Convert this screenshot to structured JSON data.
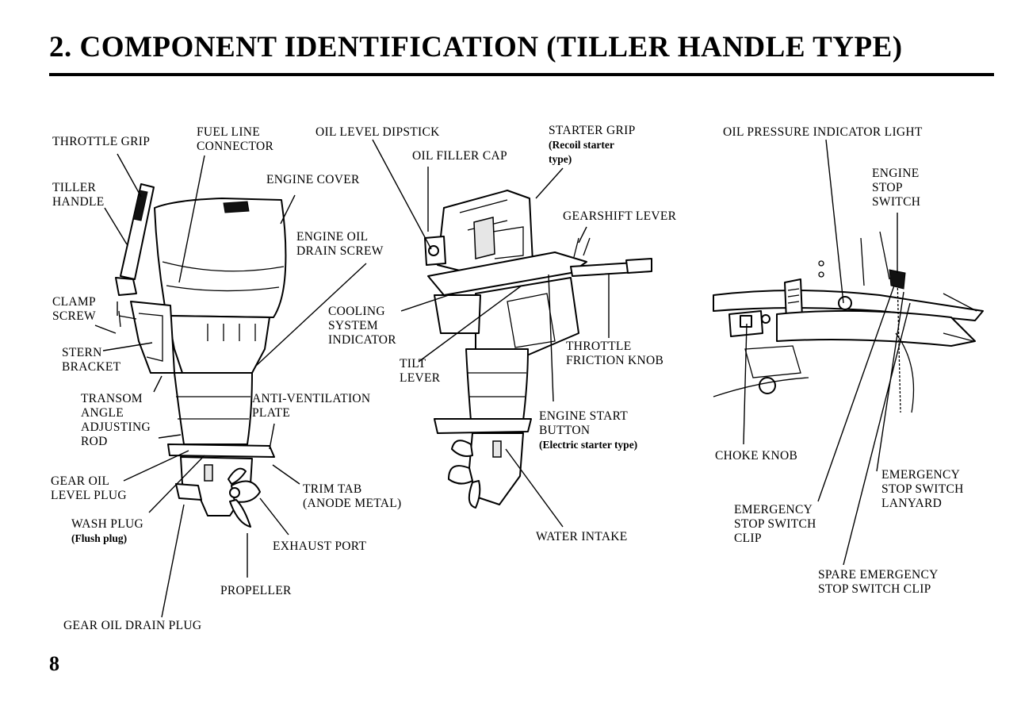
{
  "title": "2. COMPONENT IDENTIFICATION (TILLER HANDLE TYPE)",
  "page_number": "8",
  "labels": {
    "throttle_grip": "THROTTLE GRIP",
    "fuel_line_1": "FUEL LINE",
    "fuel_line_2": "CONNECTOR",
    "oil_level_dipstick": "OIL LEVEL DIPSTICK",
    "oil_filler_cap": "OIL FILLER CAP",
    "starter_grip": "STARTER GRIP",
    "starter_grip_sub_1": "(Recoil starter",
    "starter_grip_sub_2": "type)",
    "oil_pressure_light": "OIL PRESSURE INDICATOR LIGHT",
    "tiller_handle_1": "TILLER",
    "tiller_handle_2": "HANDLE",
    "engine_cover": "ENGINE COVER",
    "engine_stop_1": "ENGINE",
    "engine_stop_2": "STOP",
    "engine_stop_3": "SWITCH",
    "gearshift_lever": "GEARSHIFT LEVER",
    "engine_oil_drain_1": "ENGINE OIL",
    "engine_oil_drain_2": "DRAIN SCREW",
    "clamp_screw_1": "CLAMP",
    "clamp_screw_2": "SCREW",
    "cooling_1": "COOLING",
    "cooling_2": "SYSTEM",
    "cooling_3": "INDICATOR",
    "stern_bracket_1": "STERN",
    "stern_bracket_2": "BRACKET",
    "throttle_friction_1": "THROTTLE",
    "throttle_friction_2": "FRICTION KNOB",
    "tilt_lever_1": "TILT",
    "tilt_lever_2": "LEVER",
    "transom_1": "TRANSOM",
    "transom_2": "ANGLE",
    "transom_3": "ADJUSTING",
    "transom_4": "ROD",
    "anti_vent_1": "ANTI-VENTILATION",
    "anti_vent_2": "PLATE",
    "engine_start_1": "ENGINE START",
    "engine_start_2": "BUTTON",
    "engine_start_sub": "(Electric starter type)",
    "choke_knob": "CHOKE KNOB",
    "gear_oil_level_1": "GEAR OIL",
    "gear_oil_level_2": "LEVEL PLUG",
    "trim_tab_1": "TRIM TAB",
    "trim_tab_2": "(ANODE METAL)",
    "emergency_lanyard_1": "EMERGENCY",
    "emergency_lanyard_2": "STOP SWITCH",
    "emergency_lanyard_3": "LANYARD",
    "emergency_clip_1": "EMERGENCY",
    "emergency_clip_2": "STOP SWITCH",
    "emergency_clip_3": "CLIP",
    "wash_plug": "WASH PLUG",
    "wash_plug_sub": "(Flush plug)",
    "exhaust_port": "EXHAUST PORT",
    "water_intake": "WATER INTAKE",
    "spare_clip_1": "SPARE EMERGENCY",
    "spare_clip_2": "STOP SWITCH CLIP",
    "propeller": "PROPELLER",
    "gear_oil_drain": "GEAR OIL DRAIN PLUG"
  }
}
